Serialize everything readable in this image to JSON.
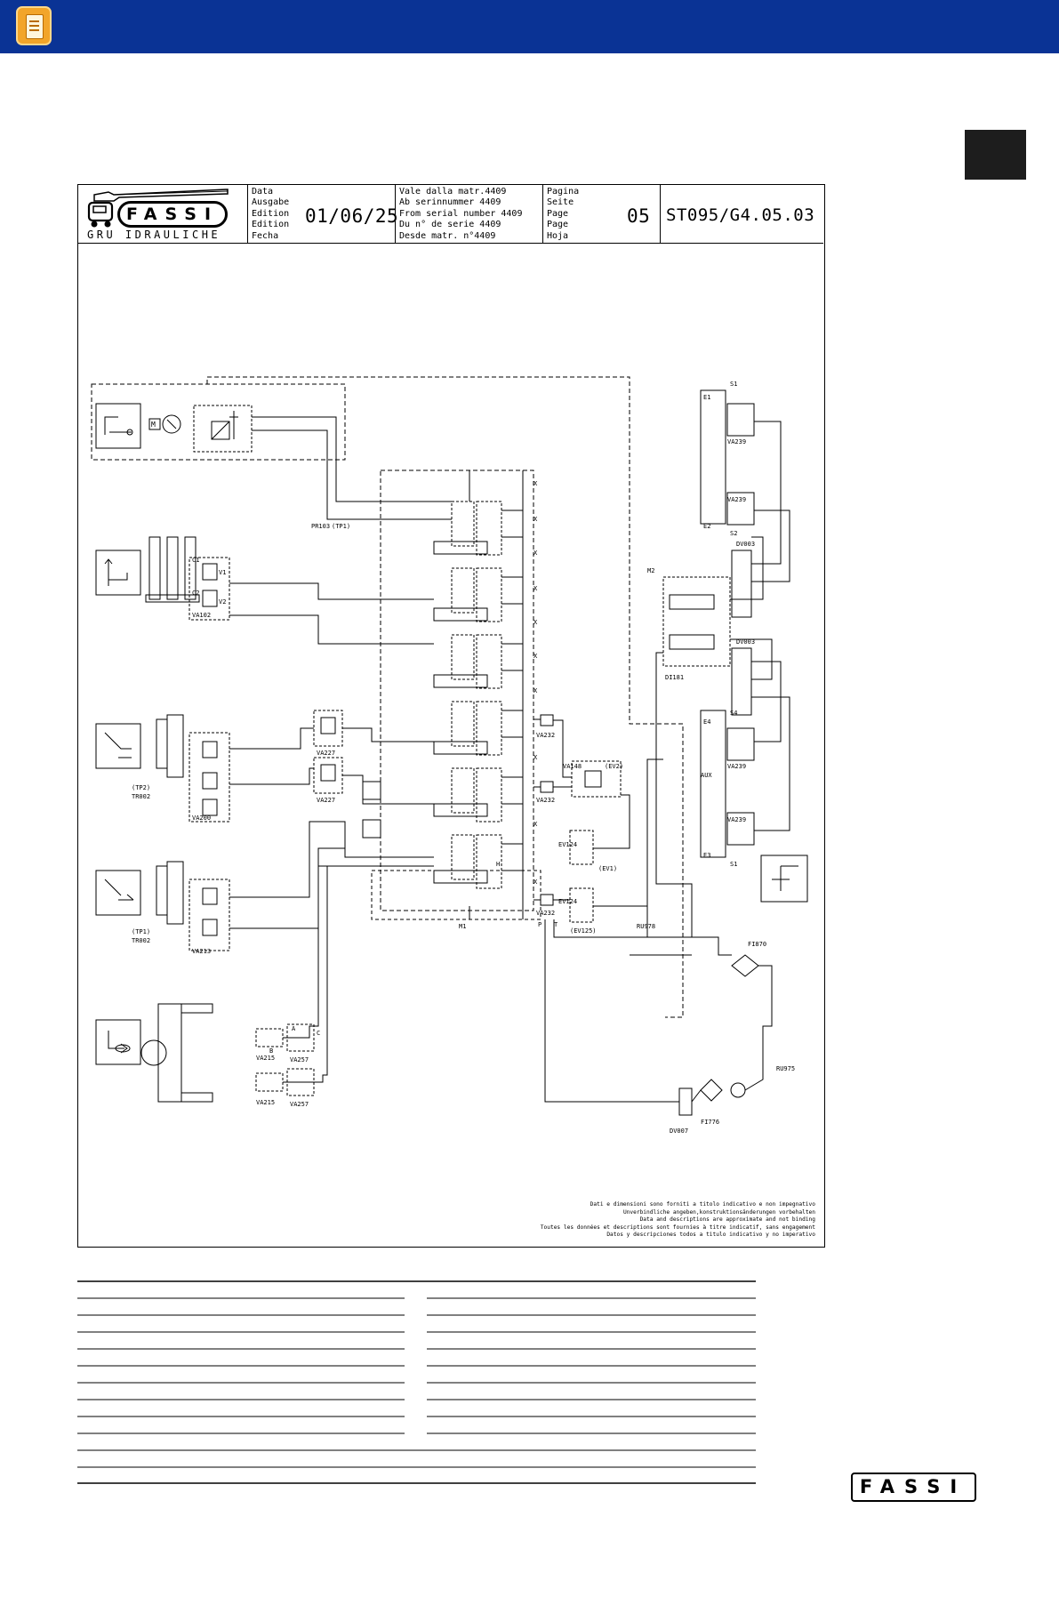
{
  "header": {
    "app_icon": "document-icon",
    "bar_color": "#0a3395"
  },
  "title_block": {
    "brand": "FASSI",
    "brand_subtitle": "GRU IDRAULICHE",
    "date_labels": [
      "Data",
      "Ausgabe",
      "Edition",
      "Edition",
      "Fecha"
    ],
    "date_value": "01/06/25",
    "serial_labels": [
      "Vale dalla matr.4409",
      "Ab serinnummer 4409",
      "From serial number 4409",
      "Du n° de serie 4409",
      "Desde matr. n°4409"
    ],
    "page_labels": [
      "Pagina",
      "Seite",
      "Page",
      "Page",
      "Hoja"
    ],
    "page_value": "05",
    "doc_code": "ST095/G4.05.03"
  },
  "schematic": {
    "labels": {
      "pr103": "PR103",
      "tp1_top": "(TP1)",
      "va102": "VA102",
      "c1": "C1",
      "c2": "C2",
      "v1": "V1",
      "v2": "V2",
      "va200": "VA200",
      "va213": "VA213",
      "tp2": "(TP2)",
      "tp1": "(TP1)",
      "tr002": "TR002",
      "va227": "VA227",
      "va232": "VA232",
      "va148": "VA148",
      "ev2": "(EV2)",
      "ev1": "(EV1)",
      "ev124": "EV124",
      "ev125": "(EV125)",
      "ru978": "RU978",
      "ru975": "RU975",
      "di181": "DI181",
      "dv003": "DV003",
      "dv007": "DV007",
      "va239": "VA239",
      "fi870": "FI870",
      "fi776": "FI776",
      "va215": "VA215",
      "va257": "VA257",
      "aux": "AUX",
      "e1": "E1",
      "e2": "E2",
      "e3": "E3",
      "e4": "E4",
      "s1": "S1",
      "s2": "S2",
      "s4": "S4",
      "m1": "M1",
      "m2": "M2",
      "p": "P",
      "t": "T",
      "a": "A",
      "b": "B",
      "c": "C",
      "x": "X",
      "h": "H"
    }
  },
  "disclaimer": [
    "Dati e dimensioni sono forniti a titolo indicativo e non impegnativo",
    "Unverbindliche angeben,konstruktionsänderungen vorbehalten",
    "Data and descriptions are approximate and not binding",
    "Toutes les données et descriptions sont fournies à titre indicatif, sans engagement",
    "Datos y descripciones todos a titulo indicativo y no imperativo"
  ],
  "footer": {
    "brand": "FASSI"
  }
}
